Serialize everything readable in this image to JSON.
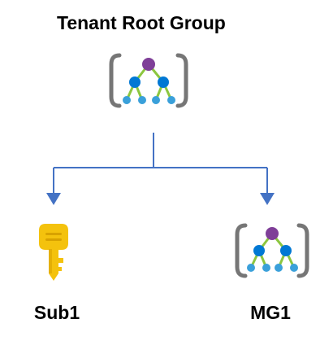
{
  "root": {
    "label": "Tenant Root Group",
    "icon": "management-group-icon"
  },
  "children": [
    {
      "label": "Sub1",
      "icon": "subscription-key-icon"
    },
    {
      "label": "MG1",
      "icon": "management-group-icon"
    }
  ],
  "colors": {
    "connector": "#4472c4",
    "bracket": "#767676",
    "top_node": "#7f3f98",
    "mid_node": "#0078d4",
    "leaf_node": "#3aa0da",
    "branch": "#8cc63f",
    "key_fill": "#f4c20d",
    "key_dark": "#d8a200"
  }
}
